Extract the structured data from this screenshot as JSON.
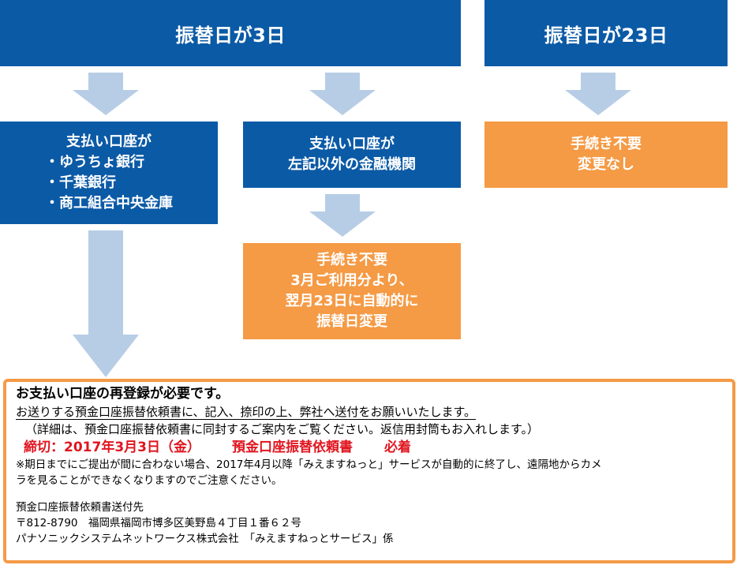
{
  "header_left": "振替日が3日",
  "header_right": "振替日が23日",
  "node_specific_banks": {
    "title": "支払い口座が",
    "items": [
      "・ゆうちょ銀行",
      "・千葉銀行",
      "・商工組合中央金庫"
    ]
  },
  "node_other_banks": {
    "line1": "支払い口座が",
    "line2": "左記以外の金融機関"
  },
  "node_no_procedure_right": {
    "line1": "手続き不要",
    "line2": "変更なし"
  },
  "node_auto_change": {
    "line1": "手続き不要",
    "line2": "3月ご利用分より、",
    "line3": "翌月23日に自動的に",
    "line4": "振替日変更"
  },
  "notice": {
    "heading": "お支払い口座の再登録が必要です。",
    "line1": "お送りする預金口座振替依頼書に、記入、捺印の上、弊社へ送付をお願いいたします。",
    "line2": "（詳細は、預金口座振替依頼書に同封するご案内をご覧ください。返信用封筒もお入れします。）",
    "deadline_label": "締切：2017年3月3日（金）",
    "deadline_doc": "預金口座振替依頼書",
    "deadline_required": "必着",
    "note_line1": "※期日までにご提出が間に合わない場合、2017年4月以降「みえますねっと」サービスが自動的に終了し、遠隔地からカメ",
    "note_line2": "ラを見ることができなくなりますのでご注意ください。",
    "address_title": "預金口座振替依頼書送付先",
    "address_line": "〒812-8790　福岡県福岡市博多区美野島４丁目１番６２号",
    "address_company": "パナソニックシステムネットワークス株式会社　「みえますねっとサービス」係"
  },
  "colors": {
    "blue": "#0b5aa6",
    "orange": "#f59a45",
    "arrow": "#b7cde6",
    "deadline_red": "#e0151f"
  }
}
